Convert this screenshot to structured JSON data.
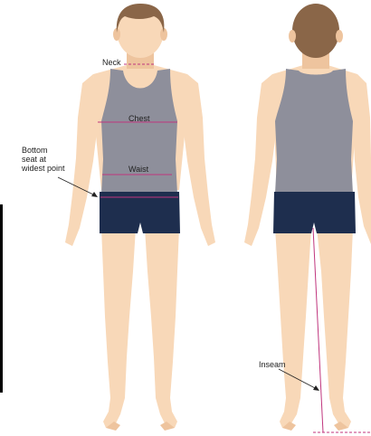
{
  "labels": {
    "neck": "Neck",
    "chest": "Chest",
    "waist": "Waist",
    "bottom": "Bottom\nseat at\nwidest point",
    "inseam": "Inseam"
  },
  "colors": {
    "skin": "#f8d8b8",
    "skin_shadow": "#eec49e",
    "hair": "#8a6648",
    "tank_top": "#8e8f9b",
    "shorts": "#1e2e4e",
    "measure_line": "#c0367e",
    "frame_bar": "#000000"
  },
  "figures": [
    "front-view",
    "back-view"
  ]
}
